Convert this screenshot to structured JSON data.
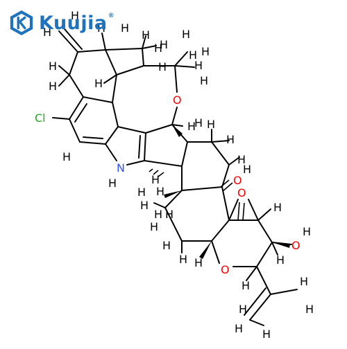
{
  "brand": {
    "name": "Kuujia",
    "registered_mark": "®",
    "color": "#1e73be"
  },
  "atom_colors": {
    "H": "#000000",
    "O": "#ff0000",
    "N": "#3050f8",
    "Cl": "#1fae1f",
    "bond": "#000000"
  },
  "labels": {
    "cl": "Cl",
    "n": "N",
    "o_ether_top": "O",
    "o_oh_mid": "O",
    "o_epoxide": "O",
    "o_oh_right": "O",
    "o_ring": "O",
    "h": "H"
  }
}
